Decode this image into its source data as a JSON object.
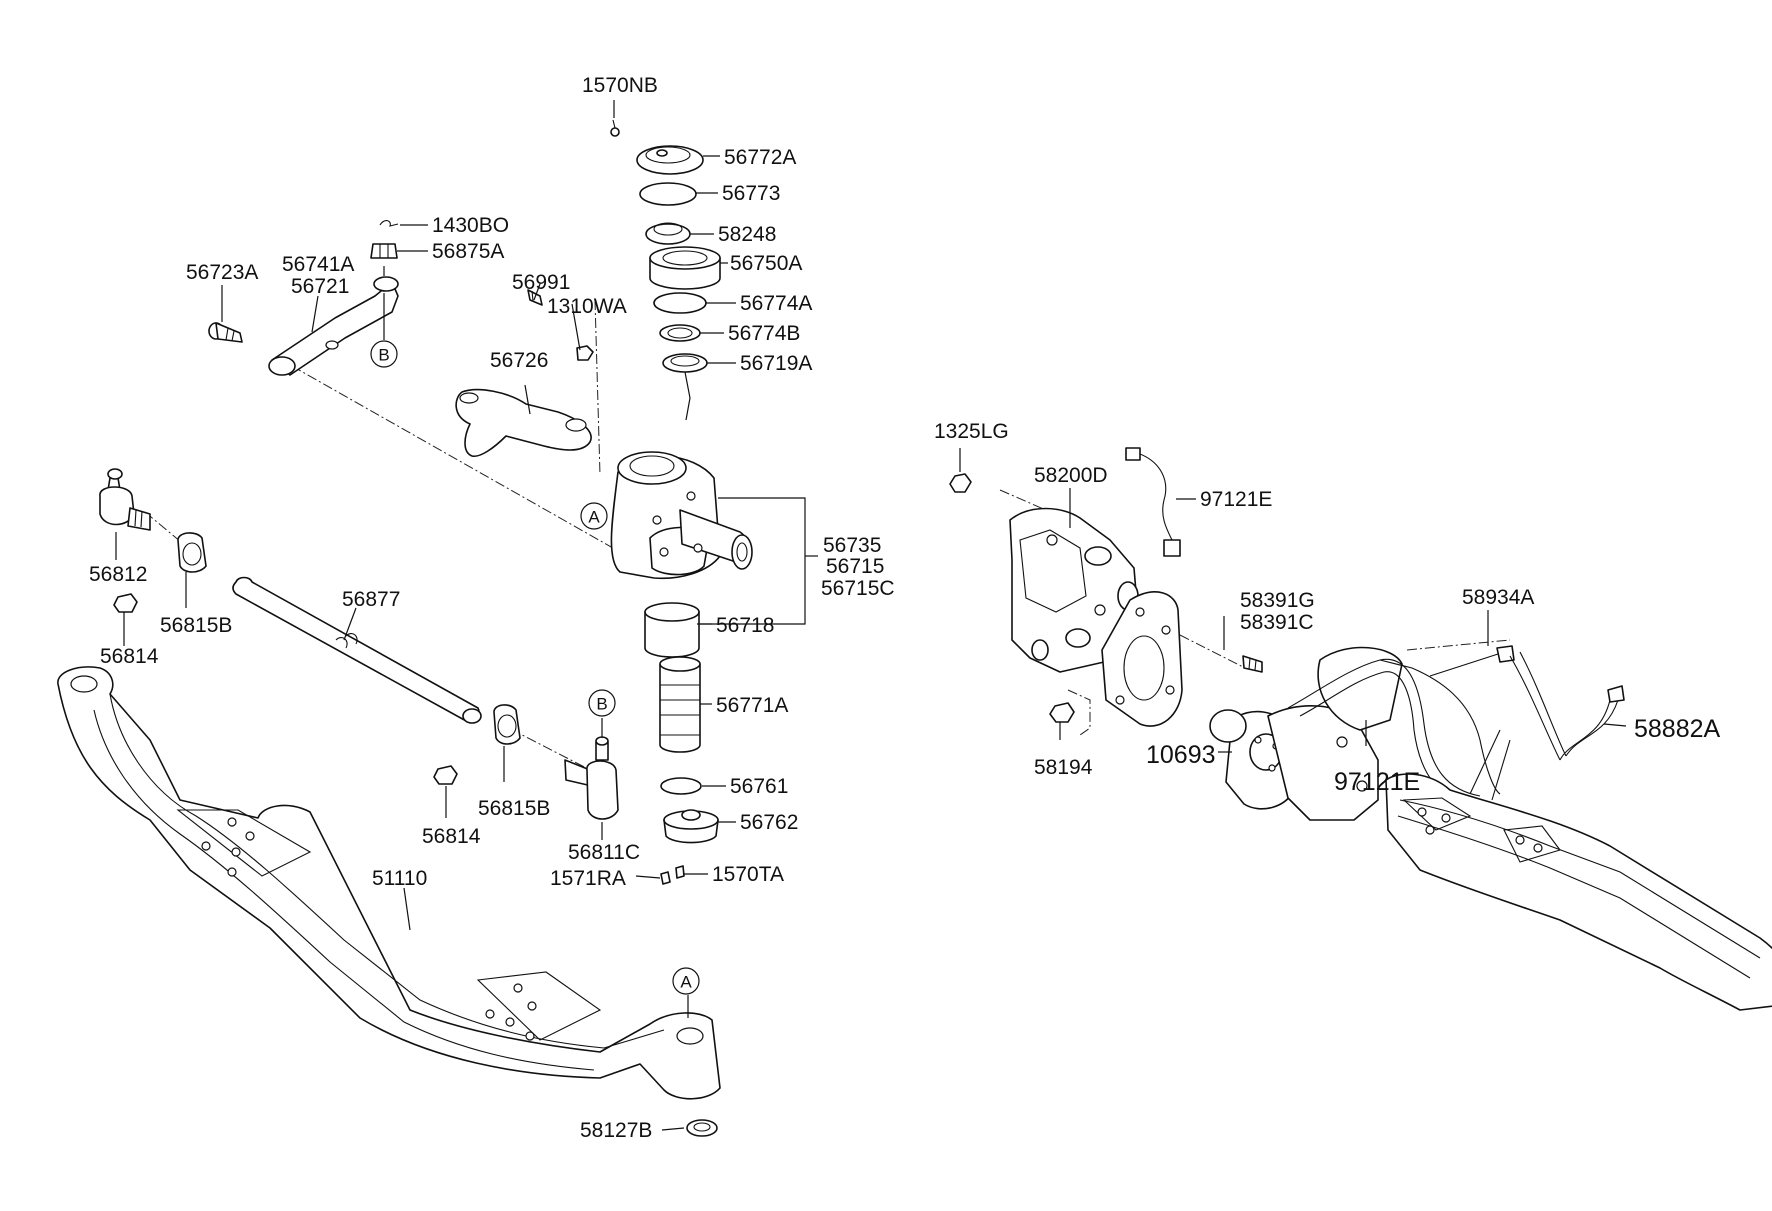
{
  "labels": {
    "l_1570NB": "1570NB",
    "l_56772A": "56772A",
    "l_56773": "56773",
    "l_58248": "58248",
    "l_56750A": "56750A",
    "l_56774A": "56774A",
    "l_56774B": "56774B",
    "l_56719A": "56719A",
    "l_1430BO": "1430BO",
    "l_56875A": "56875A",
    "l_56741A": "56741A",
    "l_56721": "56721",
    "l_56723A": "56723A",
    "l_56991": "56991",
    "l_1310WA": "1310WA",
    "l_56726": "56726",
    "l_56735": "56735",
    "l_56715": "56715",
    "l_56715C": "56715C",
    "l_56718": "56718",
    "l_56812": "56812",
    "l_56815B_a": "56815B",
    "l_56814_a": "56814",
    "l_56877": "56877",
    "l_56771A": "56771A",
    "l_56761": "56761",
    "l_56762": "56762",
    "l_1571RA": "1571RA",
    "l_1570TA": "1570TA",
    "l_56814_b": "56814",
    "l_56815B_b": "56815B",
    "l_56811C": "56811C",
    "l_51110": "51110",
    "l_58127B": "58127B",
    "l_1325LG": "1325LG",
    "l_58200D": "58200D",
    "l_97121E_a": "97121E",
    "l_58391G": "58391G",
    "l_58391C": "58391C",
    "l_58934A": "58934A",
    "l_58194": "58194",
    "l_10693": "10693",
    "l_97121E_b": "97121E",
    "l_58882A": "58882A"
  },
  "callouts": {
    "B_top": "B",
    "A_knuckle": "A",
    "B_tierod": "B",
    "A_axle": "A"
  }
}
